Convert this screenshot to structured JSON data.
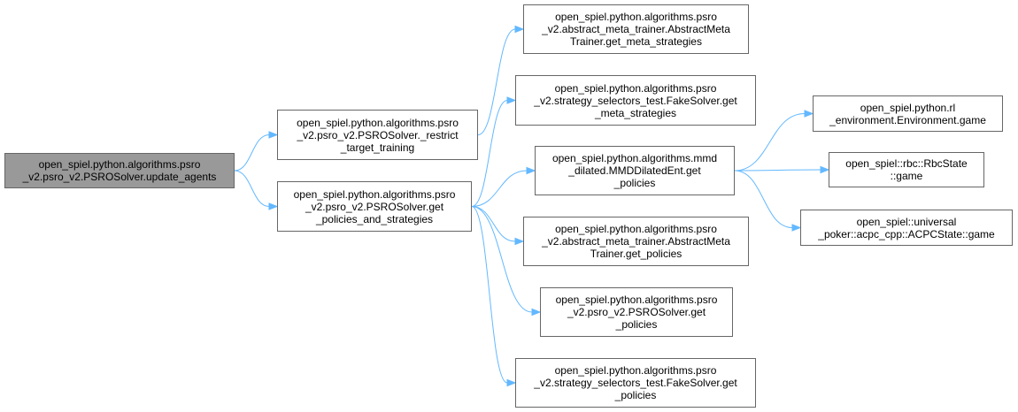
{
  "nodes": {
    "update_agents": {
      "label": "open_spiel.python.algorithms.psro\n_v2.psro_v2.PSROSolver.update_agents"
    },
    "restrict_target_training": {
      "label": "open_spiel.python.algorithms.psro\n_v2.psro_v2.PSROSolver._restrict\n_target_training"
    },
    "get_policies_and_strategies": {
      "label": "open_spiel.python.algorithms.psro\n_v2.psro_v2.PSROSolver.get\n_policies_and_strategies"
    },
    "meta_trainer_get_meta_strategies": {
      "label": "open_spiel.python.algorithms.psro\n_v2.abstract_meta_trainer.AbstractMeta\nTrainer.get_meta_strategies"
    },
    "fakesolver_get_meta_strategies": {
      "label": "open_spiel.python.algorithms.psro\n_v2.strategy_selectors_test.FakeSolver.get\n_meta_strategies"
    },
    "mmd_get_policies": {
      "label": "open_spiel.python.algorithms.mmd\n_dilated.MMDDilatedEnt.get\n_policies"
    },
    "meta_trainer_get_policies": {
      "label": "open_spiel.python.algorithms.psro\n_v2.abstract_meta_trainer.AbstractMeta\nTrainer.get_policies"
    },
    "psrosolver_get_policies": {
      "label": "open_spiel.python.algorithms.psro\n_v2.psro_v2.PSROSolver.get\n_policies"
    },
    "fakesolver_get_policies": {
      "label": "open_spiel.python.algorithms.psro\n_v2.strategy_selectors_test.FakeSolver.get\n_policies"
    },
    "rl_environment_game": {
      "label": "open_spiel.python.rl\n_environment.Environment.game"
    },
    "rbcstate_game": {
      "label": "open_spiel::rbc::RbcState\n::game"
    },
    "acpcstate_game": {
      "label": "open_spiel::universal\n_poker::acpc_cpp::ACPCState::game"
    }
  },
  "edges": [
    {
      "from": "update_agents",
      "to": "restrict_target_training"
    },
    {
      "from": "update_agents",
      "to": "get_policies_and_strategies"
    },
    {
      "from": "restrict_target_training",
      "to": "meta_trainer_get_meta_strategies"
    },
    {
      "from": "get_policies_and_strategies",
      "to": "fakesolver_get_meta_strategies"
    },
    {
      "from": "get_policies_and_strategies",
      "to": "mmd_get_policies"
    },
    {
      "from": "get_policies_and_strategies",
      "to": "meta_trainer_get_policies"
    },
    {
      "from": "get_policies_and_strategies",
      "to": "psrosolver_get_policies"
    },
    {
      "from": "get_policies_and_strategies",
      "to": "fakesolver_get_policies"
    },
    {
      "from": "mmd_get_policies",
      "to": "rl_environment_game"
    },
    {
      "from": "mmd_get_policies",
      "to": "rbcstate_game"
    },
    {
      "from": "mmd_get_policies",
      "to": "acpcstate_game"
    }
  ],
  "colors": {
    "edge": "#63b8ff",
    "node_border": "#666666",
    "current_node_fill": "#999999"
  }
}
